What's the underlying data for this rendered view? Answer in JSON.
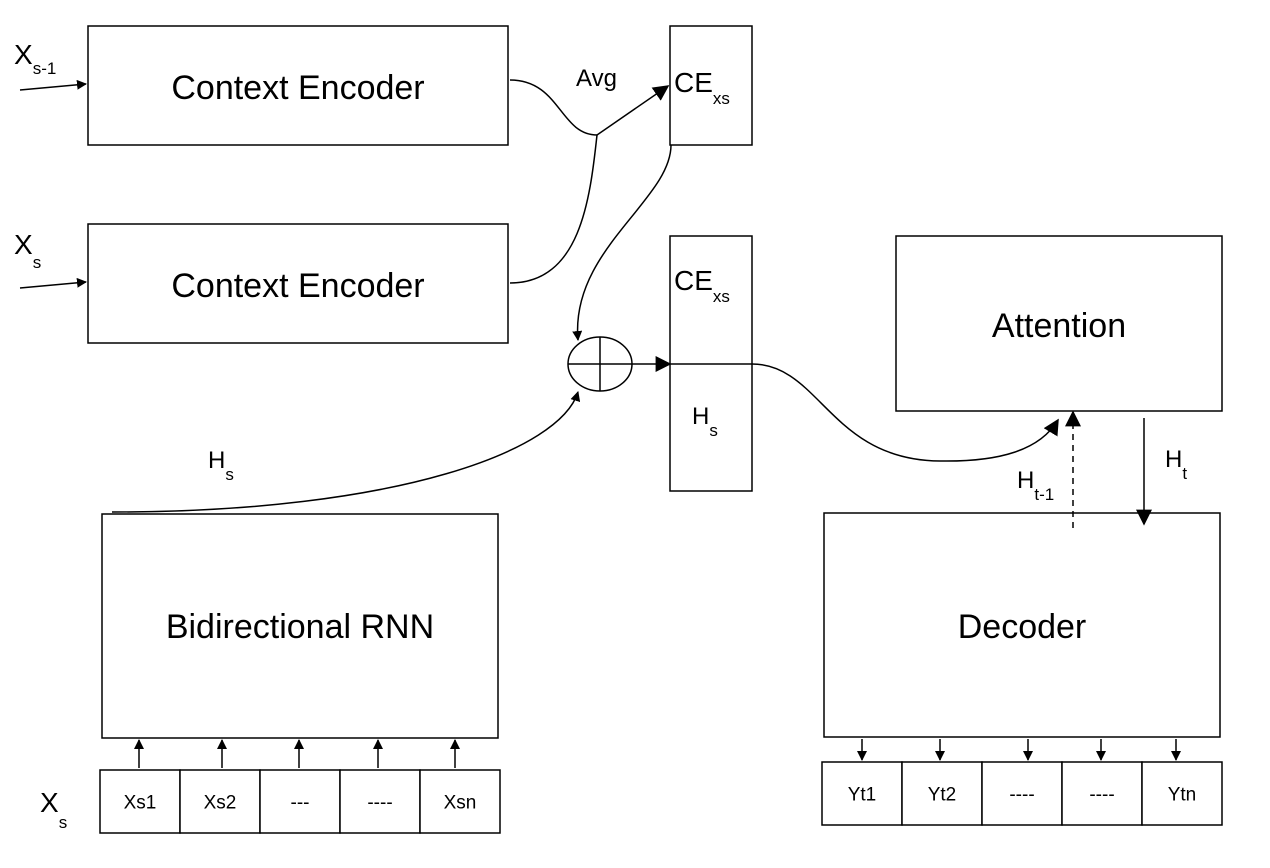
{
  "blocks": {
    "context_encoder_1": "Context Encoder",
    "context_encoder_2": "Context Encoder",
    "attention": "Attention",
    "bidirectional_rnn": "Bidirectional RNN",
    "decoder": "Decoder"
  },
  "inputs": {
    "x_prev": {
      "base": "X",
      "sub": "s-1"
    },
    "x_curr": {
      "base": "X",
      "sub": "s"
    },
    "x_tokens_label": {
      "base": "X",
      "sub": "s"
    }
  },
  "avg_label": "Avg",
  "ce_top": {
    "base": "CE",
    "sub": "xs"
  },
  "concat": {
    "ce": {
      "base": "CE",
      "sub": "xs"
    },
    "hs": {
      "base": "H",
      "sub": "s"
    }
  },
  "hs_label": {
    "base": "H",
    "sub": "s"
  },
  "ht_prev_label": {
    "base": "H",
    "sub": "t-1"
  },
  "ht_label": {
    "base": "H",
    "sub": "t"
  },
  "input_tokens": [
    "Xs1",
    "Xs2",
    "---",
    "----",
    "Xsn"
  ],
  "output_tokens": [
    "Yt1",
    "Yt2",
    "----",
    "----",
    "Ytn"
  ]
}
